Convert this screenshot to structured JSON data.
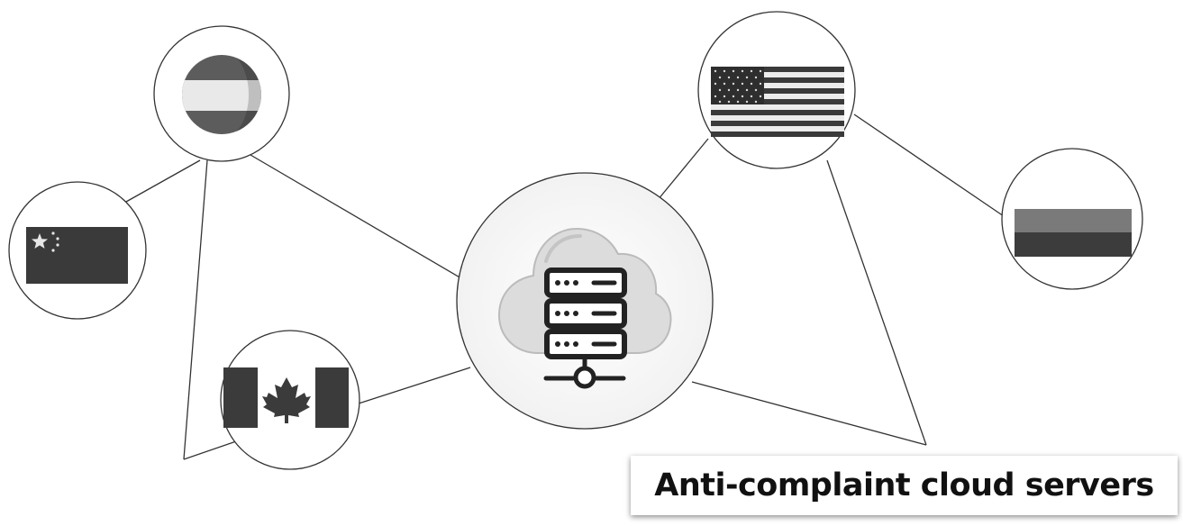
{
  "diagram": {
    "caption": "Anti-complaint cloud servers",
    "center_node": {
      "icon": "cloud-server-icon"
    },
    "nodes": [
      {
        "id": "top-left",
        "icon": "flag-icon"
      },
      {
        "id": "china",
        "icon": "china-flag-icon"
      },
      {
        "id": "canada",
        "icon": "canada-flag-icon"
      },
      {
        "id": "usa",
        "icon": "usa-flag-icon"
      },
      {
        "id": "right",
        "icon": "flag-icon"
      }
    ]
  }
}
